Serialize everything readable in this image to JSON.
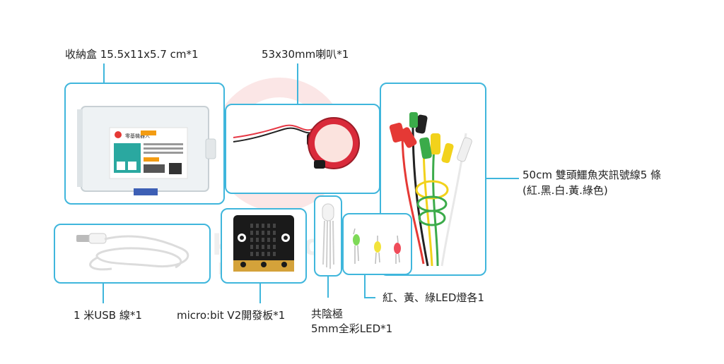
{
  "watermark": {
    "brand": "kodorobot",
    "brand_small": "kodorobo"
  },
  "items": {
    "storage_box": {
      "label": "收納盒 15.5x11x5.7 cm*1",
      "card_title": "零基機器人"
    },
    "speaker": {
      "label": "53x30mm喇叭*1"
    },
    "alligator_clips": {
      "label_line1": "50cm 雙頭鱷魚夾訊號線5 條",
      "label_line2": "(紅.黑.白.黃.綠色)"
    },
    "usb_cable": {
      "label": "1 米USB 線*1"
    },
    "microbit": {
      "label": "micro:bit V2開發板*1"
    },
    "rgb_led": {
      "label_line1": "共陰極",
      "label_line2": "5mm全彩LED*1"
    },
    "leds": {
      "label": "紅、黃、綠LED燈各1"
    }
  },
  "colors": {
    "accent": "#3fb6dc",
    "speaker_red": "#e63946",
    "clip_red": "#e53935",
    "clip_yellow": "#f2d21b",
    "clip_green": "#3bab4a"
  }
}
